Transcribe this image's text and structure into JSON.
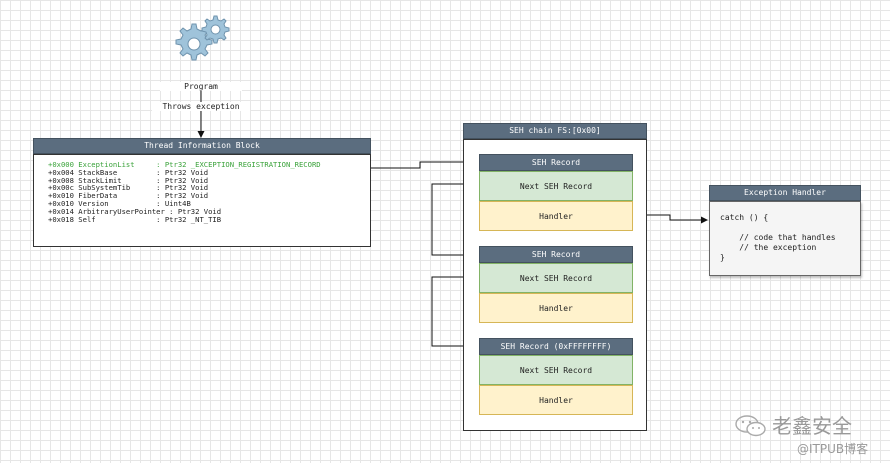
{
  "program": {
    "label": "Program",
    "edge_label": "Throws exception",
    "icon": "gears-icon"
  },
  "tib": {
    "title": "Thread Information Block",
    "fields": [
      {
        "text": "+0x000 ExceptionList     : Ptr32 _EXCEPTION_REGISTRATION_RECORD",
        "highlight": true
      },
      {
        "text": "+0x004 StackBase         : Ptr32 Void",
        "highlight": false
      },
      {
        "text": "+0x008 StackLimit        : Ptr32 Void",
        "highlight": false
      },
      {
        "text": "+0x00c SubSystemTib      : Ptr32 Void",
        "highlight": false
      },
      {
        "text": "+0x010 FiberData         : Ptr32 Void",
        "highlight": false
      },
      {
        "text": "+0x010 Version           : Uint4B",
        "highlight": false
      },
      {
        "text": "+0x014 ArbitraryUserPointer : Ptr32 Void",
        "highlight": false
      },
      {
        "text": "+0x018 Self              : Ptr32 _NT_TIB",
        "highlight": false
      }
    ]
  },
  "seh_chain": {
    "title": "SEH chain FS:[0x00]",
    "records": [
      {
        "title": "SEH Record",
        "next": "Next SEH Record",
        "handler": "Handler"
      },
      {
        "title": "SEH Record",
        "next": "Next SEH Record",
        "handler": "Handler"
      },
      {
        "title": "SEH Record (0xFFFFFFFF)",
        "next": "Next SEH Record",
        "handler": "Handler"
      }
    ]
  },
  "exception_handler": {
    "title": "Exception Handler",
    "code": "catch () {\n\n    // code that handles\n    // the exception\n}"
  },
  "watermark": {
    "line1": "老鑫安全",
    "line2": "@ITPUB博客"
  },
  "colors": {
    "header": "#5b6d7f",
    "next_fill": "#d5e8d4",
    "next_border": "#82b366",
    "handler_fill": "#fff2cc",
    "handler_border": "#d6b656",
    "highlight_text": "#3aa23a"
  }
}
